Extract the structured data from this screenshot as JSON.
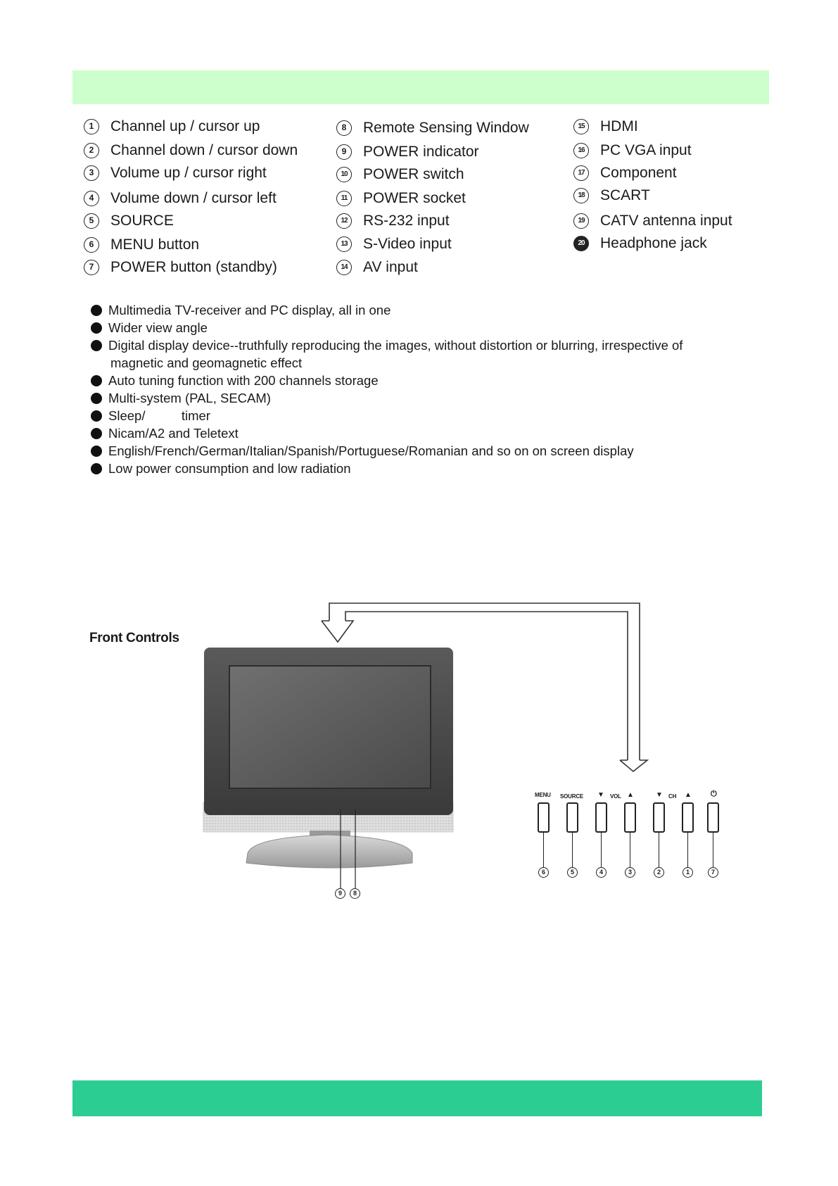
{
  "legend": {
    "col1": [
      {
        "num": "1",
        "text": "Channel up / cursor up"
      },
      {
        "num": "2",
        "text": "Channel down / cursor down"
      },
      {
        "num": "3",
        "text": "Volume up / cursor right"
      },
      {
        "num": "4",
        "text": "Volume down / cursor left"
      },
      {
        "num": "5",
        "text": "SOURCE"
      },
      {
        "num": "6",
        "text": "MENU button"
      },
      {
        "num": "7",
        "text": "POWER button (standby)"
      }
    ],
    "col2": [
      {
        "num": "8",
        "text": "Remote Sensing Window"
      },
      {
        "num": "9",
        "text": "POWER indicator"
      },
      {
        "num": "10",
        "text": "POWER switch"
      },
      {
        "num": "11",
        "text": "POWER  socket"
      },
      {
        "num": "12",
        "text": "RS-232 input"
      },
      {
        "num": "13",
        "text": "S-Video input"
      },
      {
        "num": "14",
        "text": "AV  input"
      }
    ],
    "col3": [
      {
        "num": "15",
        "text": "HDMI"
      },
      {
        "num": "16",
        "text": "PC VGA input"
      },
      {
        "num": "17",
        "text": "Component"
      },
      {
        "num": "18",
        "text": "SCART"
      },
      {
        "num": "19",
        "text": "CATV antenna input"
      },
      {
        "num": "20",
        "text": "Headphone jack"
      }
    ]
  },
  "features": [
    "Multimedia TV-receiver and PC display, all in one",
    "Wider view angle",
    "Digital display device--truthfully reproducing the images, without distortion or blurring, irrespective of",
    "magnetic and geomagnetic effect",
    "Auto tuning function with 200 channels storage",
    "Multi-system (PAL, SECAM)",
    "Sleep/          timer",
    "Nicam/A2 and Teletext",
    "English/French/German/Italian/Spanish/Portuguese/Romanian and so on on screen display",
    "Low power consumption and low radiation"
  ],
  "front_controls": {
    "title": "Front Controls",
    "tv_callouts": [
      "9",
      "8"
    ],
    "button_labels": {
      "menu": "MENU",
      "source": "SOURCE",
      "vol_down": "▼",
      "vol": "VOL",
      "vol_up": "▲",
      "ch_down": "▼",
      "ch": "CH",
      "ch_up": "▲",
      "power": "⏻"
    },
    "button_numbers": [
      "6",
      "5",
      "4",
      "3",
      "2",
      "1",
      "7"
    ]
  },
  "colors": {
    "top_band": "#ccffcc",
    "bottom_band": "#2bcd93"
  }
}
